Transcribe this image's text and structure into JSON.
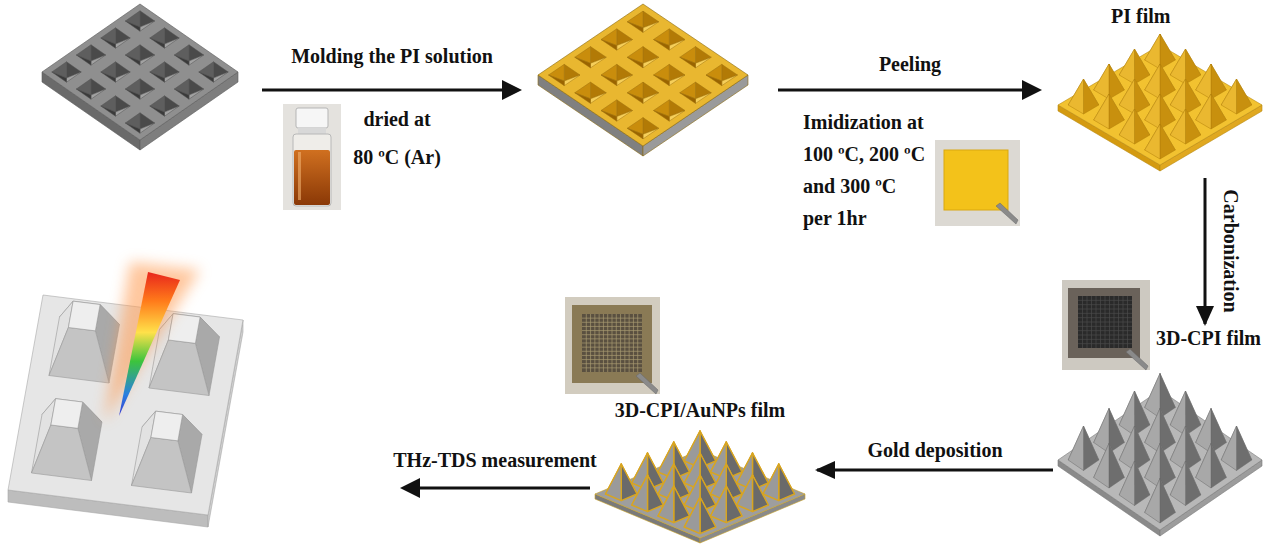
{
  "diagram": {
    "nodes": [
      {
        "text": [
          "PI film"
        ]
      },
      {
        "text": [
          "3D-CPI film"
        ]
      },
      {
        "text": [
          "3D-CPI/AuNPs film"
        ]
      }
    ],
    "edges": [
      {
        "from": 0,
        "to": 1,
        "arrow": "to",
        "label": "Carbonization"
      },
      {
        "from": 1,
        "to": 2,
        "arrow": "to",
        "label": "Gold deposition"
      }
    ],
    "labels": [
      "Molding the PI solution",
      "dried at 80 ºC (Ar)",
      "Peeling",
      "Imidization at 100 ºC, 200 ºC and 300 ºC per 1hr",
      "THz-TDS measurement"
    ]
  }
}
